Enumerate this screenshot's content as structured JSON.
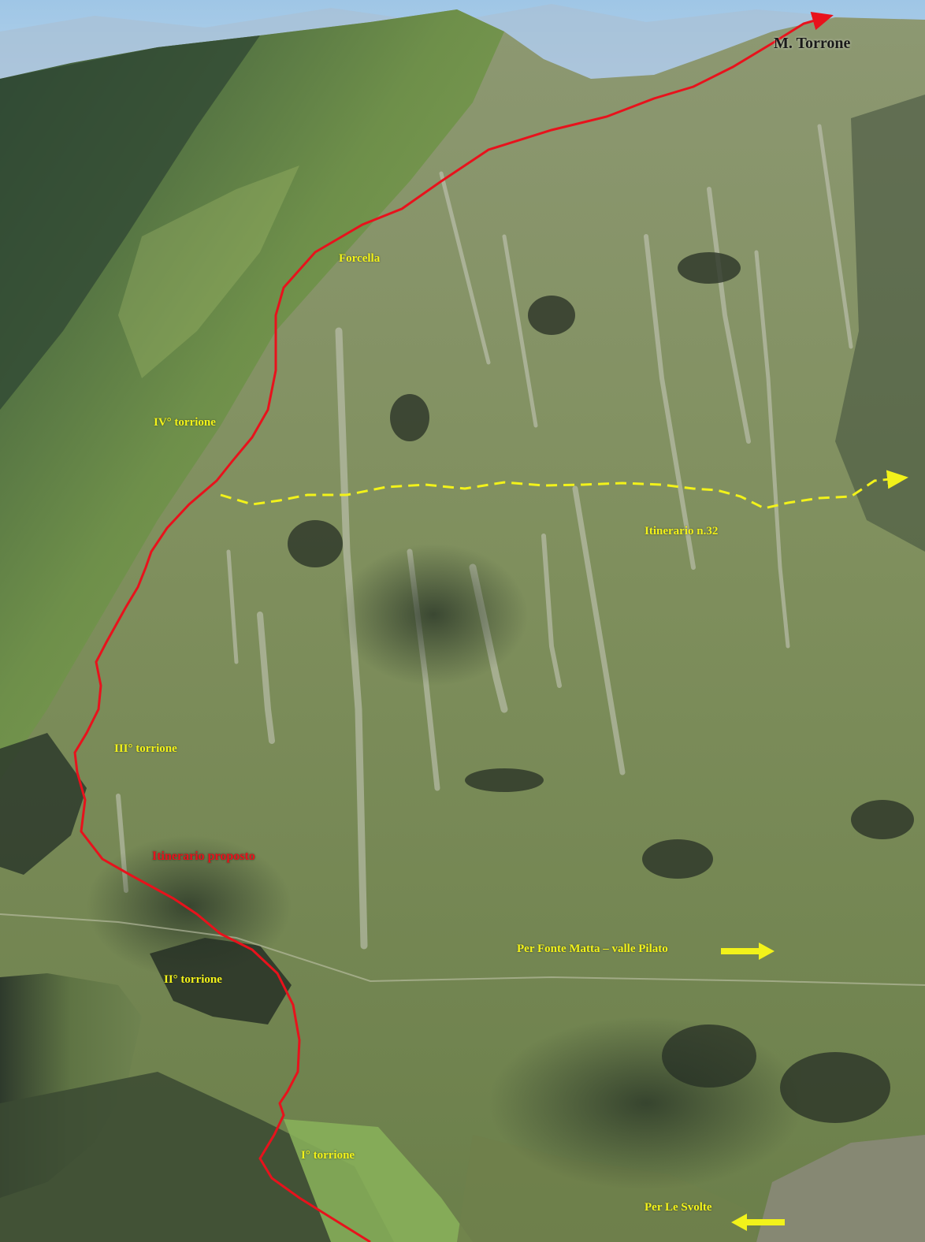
{
  "labels": {
    "summit": "M. Torrone",
    "forcella": "Forcella",
    "tower4": "IV° torrione",
    "itinerary32": "Itinerario n.32",
    "tower3": "III° torrione",
    "proposed": "Itinerario proposto",
    "fonte_matta": "Per  Fonte Matta – valle Pilato",
    "tower2": "II° torrione",
    "tower1": "I° torrione",
    "svolte": "Per  Le Svolte"
  },
  "colors": {
    "route_red": "#e8121c",
    "trail_yellow": "#f2f21a",
    "summit_text": "#1a1a1a"
  }
}
